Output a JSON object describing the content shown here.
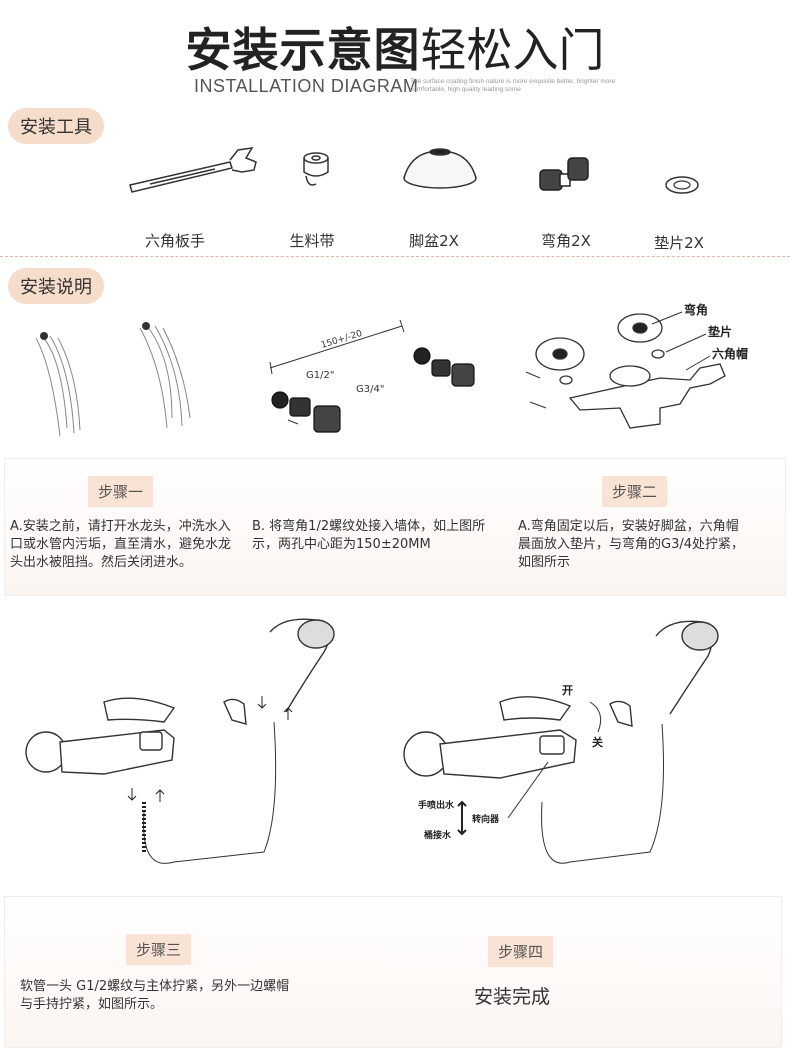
{
  "header": {
    "title_bold": "安装示意图",
    "title_light": "轻松入门",
    "subtitle": "INSTALLATION DIAGRAM",
    "tagline": "The surface coating finish nature is more exquisite better, brighter more comfortable, high quality leading some"
  },
  "sections": {
    "tools_label": "安装工具",
    "instructions_label": "安装说明"
  },
  "tools": [
    {
      "label": "六角板手",
      "icon": "wrench-icon"
    },
    {
      "label": "生料带",
      "icon": "tape-icon"
    },
    {
      "label": "脚盆2X",
      "icon": "cover-plate-icon"
    },
    {
      "label": "弯角2X",
      "icon": "elbow-icon"
    },
    {
      "label": "垫片2X",
      "icon": "washer-icon"
    }
  ],
  "diagram1": {
    "distance": "150+/-20",
    "g12": "G1/2\"",
    "g34": "G3/4\""
  },
  "diagram2": {
    "elbow": "弯角",
    "washer": "垫片",
    "hexcap": "六角帽"
  },
  "step1": {
    "tag": "步骤一",
    "text_a": "A.安装之前，请打开水龙头，冲洗水入口或水管内污垢，直至清水，避免水龙头出水被阻挡。然后关闭进水。",
    "text_b": "B. 将弯角1/2螺纹处接入墙体，如上图所示，两孔中心距为150±20MM"
  },
  "step2": {
    "tag": "步骤二",
    "text": "A.弯角固定以后，安装好脚盆，六角帽晨面放入垫片，与弯角的G3/4处拧紧，如图所示"
  },
  "diagram4": {
    "open": "开",
    "close": "关",
    "handheld": "手喷出水",
    "diverter": "转向器",
    "bucket": "桶接水"
  },
  "step3": {
    "tag": "步骤三",
    "text": "软管一头 G1/2螺纹与主体拧紧，另外一边螺帽与手持拧紧，如图所示。"
  },
  "step4": {
    "tag": "步骤四",
    "text": "安装完成"
  }
}
